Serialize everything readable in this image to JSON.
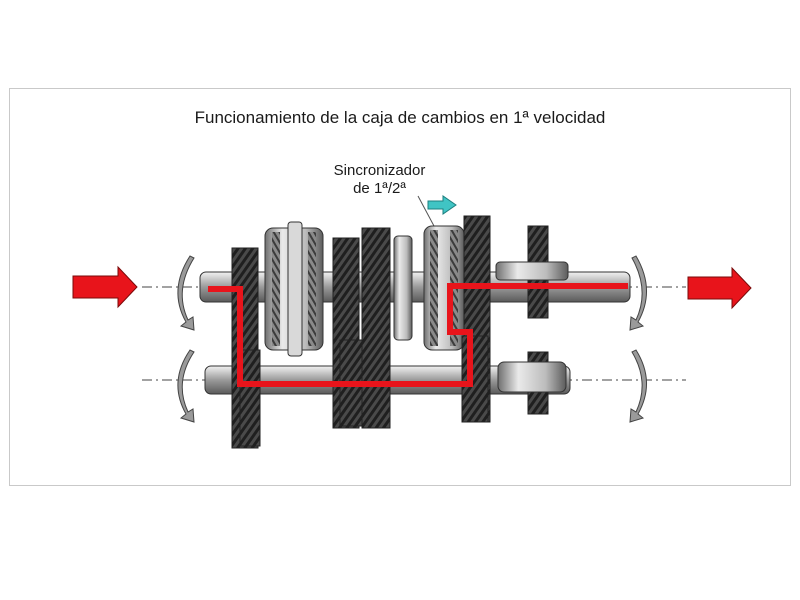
{
  "title": "Funcionamiento de la caja de cambios en 1ª velocidad",
  "synchronizer_label": {
    "line1": "Sincronizador",
    "line2": "de 1ª/2ª"
  },
  "colors": {
    "power_path": "#e8141b",
    "input_output_arrows": "#e8141b",
    "sync_direction_arrow": "#40c4c4",
    "metal_dark": "#3a3a3a",
    "metal_light": "#bdbdbd"
  },
  "icons": {
    "input_arrow": "right-arrow-red",
    "output_arrow": "right-arrow-red",
    "sync_arrow": "right-arrow-cyan",
    "rotation_arrows": "curved-rotation-arrow"
  }
}
